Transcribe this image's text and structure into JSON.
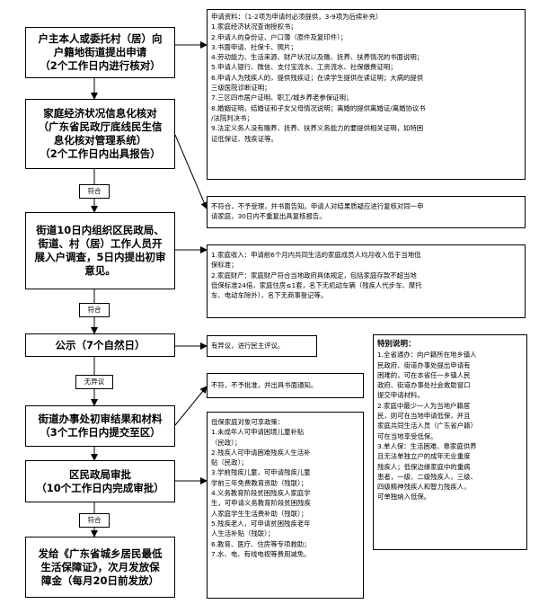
{
  "steps": [
    {
      "lines": [
        "户主本人或委托村（居）向",
        "户籍地街道提出申请",
        "（2个工作日内进行核对）"
      ]
    },
    {
      "lines": [
        "家庭经济状况信息化核对",
        "（广东省民政厅底线民生信",
        "息化核对管理系统）",
        "（2个工作日内出具报告）"
      ]
    },
    {
      "lines": [
        "街道10日内组织区民政局、",
        "街道、村（居）工作人员开",
        "展入户调查，5日内提出初审",
        "意见。"
      ]
    },
    {
      "lines": [
        "公示（7个自然日）"
      ]
    },
    {
      "lines": [
        "街道办事处初审结果和材料",
        "（3个工作日内提交至区）"
      ]
    },
    {
      "lines": [
        "区民政局审批",
        "（10个工作日内完成审批）"
      ]
    },
    {
      "lines": [
        "发给《广东省城乡居民最低",
        "生活保障证》，次月发放保",
        "障金（每月20日前发放）"
      ]
    }
  ],
  "connectors": {
    "pass1": "符合",
    "pass2": "符合",
    "pass3": "无异议",
    "pass4": "符合"
  },
  "notes": {
    "materials": [
      "申请资料：（1-2项为申请时必须提供，3-9项为后续补充）",
      "1.家庭经济状况查询授权书；",
      "2.申请人的身份证、户口簿（原件及复印件）；",
      "3.书面申请、社保卡、照片；",
      "4.劳动能力、生活来源、财产状况以及赡、抚养、扶养情况的书面说明；",
      "5.申请人银行、微信、支付宝流水、工资流水、社保缴费证明；",
      "6.申请人为残疾人的，提供残疾证；在读学生提供在读证明；大病的提供",
      "  三级医院诊断证明；",
      "7.三区四市居户证明、职工/城乡养老参保证明；",
      "8.婚姻证明，结婚证和子女父母情况说明；离婚的提供离婚证/离婚协议书",
      "  /法院判决书；",
      "9.法定义务人没有赡养、抚养、扶养义务能力的要提供相关证明，如特困",
      "  证低保证、残疾证等。"
    ],
    "reject": [
      "不符合，不予受理，并书面告知。申请人对结果质疑应进行复核对同一申",
      "请家庭，30日内不重复出具复核报告。"
    ],
    "criteria": [
      "1.家庭收入：申请前6个月内共同生活的家庭成员人均月收入低于当地低",
      "  保标准；",
      "2.家庭财产：家庭财产符合当地政府具体规定，包括家庭存款不超当地",
      "  低保标准24倍，家庭住房≤1套，名下无机动车辆（残疾人代步车、摩托",
      "  车、电动车除外），名下无商事登记等。"
    ],
    "objection": "有异议，进行民主评议。",
    "refuse": "不符，不予批准，并出具书面通知。",
    "targets": [
      "低保家庭对象可享政策：",
      "1.未成年人可申请困境儿童补贴",
      "  （民政）；",
      "2.残疾人可申请困难残疾人生活补",
      "  贴（民政）；",
      "3.学前残疾儿童，可申请残疾儿童",
      "  学前三年免费教育资助（残联）；",
      "4.义务教育阶段贫困残疾人家庭学",
      "  生，可申请义务教育阶段贫困残疾",
      "  人家庭学生生活费补助（残联）；",
      "5.残疾老人，可申请贫困残疾老年",
      "  人生活补贴（残联）；",
      "6.教育、医疗、住房等专项救助；",
      "7.水、电、有线电视等费用减免。"
    ],
    "special": [
      "特别说明：",
      "1.全省通办：向户籍所在地乡镇人",
      "  民政府、街道办事处提出申请有",
      "  困难的，可在本省任一乡镇人民",
      "  政府、街道办事处社会救助窗口",
      "  提交申请材料。",
      "2.家庭中最少一人为当地户籍居",
      "  民，则可在当地申请低保，并且",
      "  家庭共同生活人员（广东省户籍）",
      "  可在当地享受低保。",
      "3.单人保：生活困难、靠家庭供养",
      "  且无法单独立户的成年无业重度",
      "  残疾人；低保边缘家庭中的重病",
      "  患者，一级、二级残疾人，三级、",
      "  四级精神残疾人和智力残疾人，",
      "  可单独纳入低保。"
    ]
  }
}
